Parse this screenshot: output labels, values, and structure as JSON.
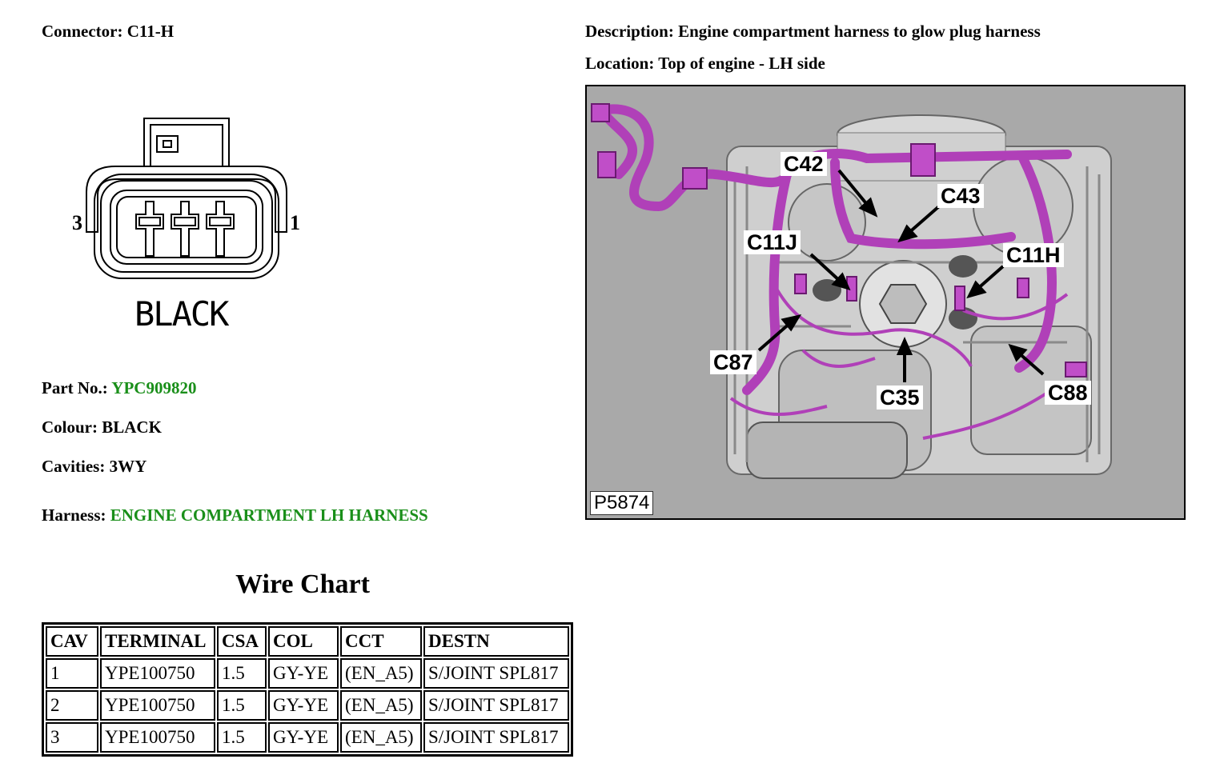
{
  "connector": {
    "label": "Connector:",
    "value": "C11-H"
  },
  "description": {
    "label": "Description:",
    "value": "Engine compartment harness to glow plug harness"
  },
  "location": {
    "label": "Location:",
    "value": "Top of engine - LH side"
  },
  "diagram": {
    "pin_left": "3",
    "pin_right": "1",
    "colour_text": "BLACK"
  },
  "part": {
    "label": "Part No.:",
    "value": "YPC909820"
  },
  "colour": {
    "label": "Colour:",
    "value": "BLACK"
  },
  "cavities": {
    "label": "Cavities:",
    "value": "3WY"
  },
  "harness": {
    "label": "Harness:",
    "value": "ENGINE COMPARTMENT LH HARNESS"
  },
  "image": {
    "ref": "P5874",
    "callouts": {
      "c42": "C42",
      "c43": "C43",
      "c11j": "C11J",
      "c11h": "C11H",
      "c87": "C87",
      "c35": "C35",
      "c88": "C88"
    }
  },
  "wire_chart": {
    "title": "Wire Chart",
    "headers": [
      "CAV",
      "TERMINAL",
      "CSA",
      "COL",
      "CCT",
      "DESTN"
    ],
    "rows": [
      [
        "1",
        "YPE100750",
        "1.5",
        "GY-YE",
        "(EN_A5)",
        "S/JOINT SPL817"
      ],
      [
        "2",
        "YPE100750",
        "1.5",
        "GY-YE",
        "(EN_A5)",
        "S/JOINT SPL817"
      ],
      [
        "3",
        "YPE100750",
        "1.5",
        "GY-YE",
        "(EN_A5)",
        "S/JOINT SPL817"
      ]
    ]
  },
  "colors": {
    "link_green": "#1a8f1a",
    "harness_purple": "#b040b8",
    "image_bg": "#a9a9a9"
  }
}
